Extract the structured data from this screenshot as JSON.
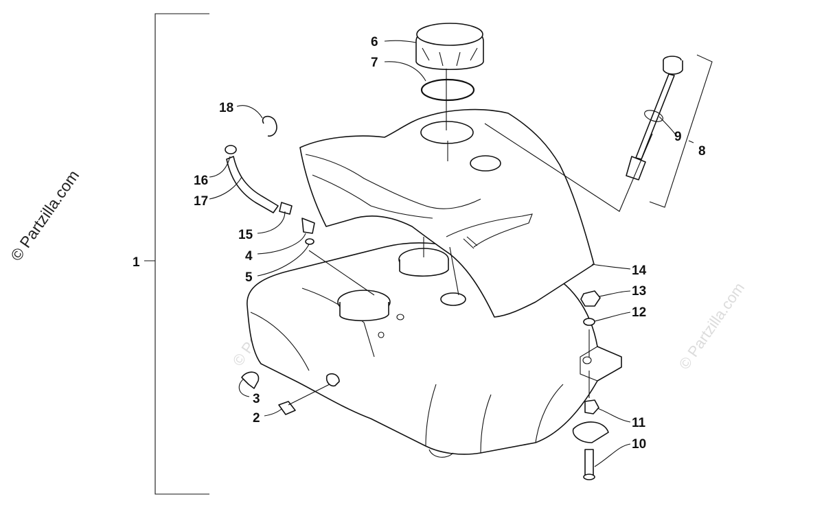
{
  "watermark": "© Partzilla.com",
  "copyright": "© Partzilla.com",
  "callouts": [
    "1",
    "2",
    "3",
    "4",
    "5",
    "6",
    "7",
    "8",
    "9",
    "10",
    "11",
    "12",
    "13",
    "14",
    "15",
    "16",
    "17",
    "18"
  ]
}
